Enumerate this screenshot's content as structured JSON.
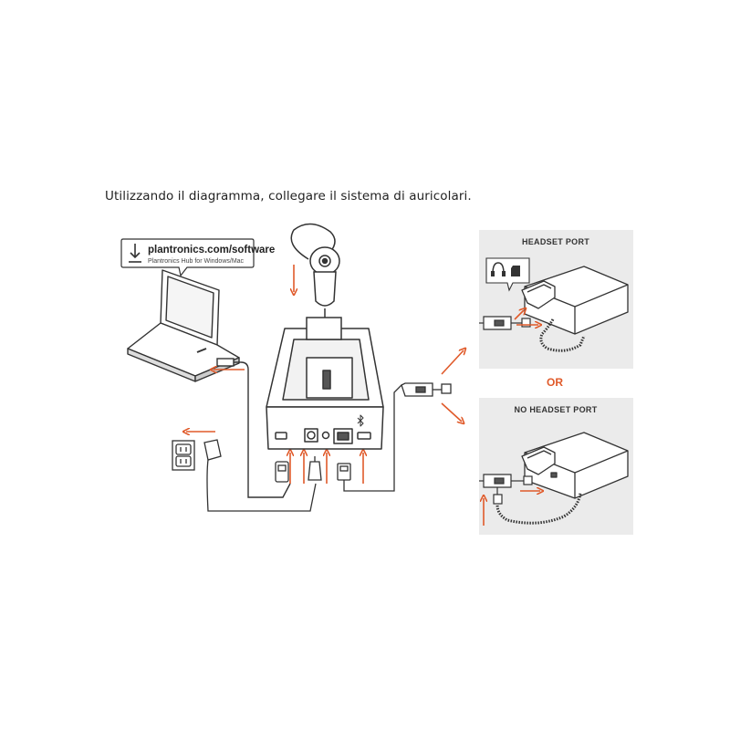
{
  "instruction": "Utilizzando il diagramma, collegare il sistema di auricolari.",
  "software_callout": {
    "url": "plantronics.com/software",
    "subtitle": "Plantronics Hub for Windows/Mac"
  },
  "panels": {
    "top_title": "HEADSET PORT",
    "bottom_title": "NO HEADSET PORT"
  },
  "or_label": "OR",
  "colors": {
    "arrow": "#e05a2a",
    "line": "#333333",
    "panel_bg": "#ebebeb"
  }
}
